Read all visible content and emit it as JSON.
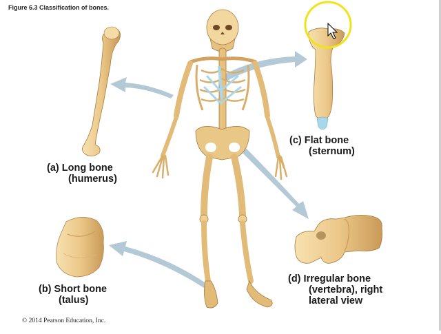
{
  "figure": {
    "title": "Figure 6.3  Classification of bones."
  },
  "labels": {
    "long": {
      "line1": "(a) Long bone",
      "line2": "(humerus)"
    },
    "short": {
      "line1": "(b) Short bone",
      "line2": "(talus)"
    },
    "flat": {
      "line1": "(c) Flat bone",
      "line2": "(sternum)"
    },
    "irregular": {
      "line1": "(d) Irregular bone",
      "line2": "(vertebra), right",
      "line3": "lateral view"
    }
  },
  "copyright": "© 2014 Pearson Education, Inc.",
  "colors": {
    "bone": "#ecc889",
    "bone_dark": "#b98a4a",
    "cartilage": "#a9d7ea",
    "arrow": "#9fb9c9",
    "highlight": "#f2e21a"
  }
}
